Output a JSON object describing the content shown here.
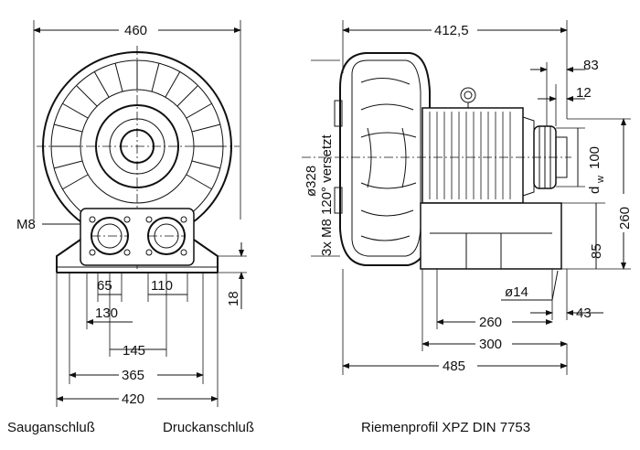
{
  "dimensions_left": {
    "width_top": "460",
    "m8": "M8",
    "d65": "65",
    "d110": "110",
    "d130": "130",
    "d145": "145",
    "d365": "365",
    "d420": "420",
    "d18": "18"
  },
  "dimensions_right": {
    "width_top": "412,5",
    "d83": "83",
    "d12": "12",
    "dia328": "ø328",
    "bolts": "3x M8 120° versetzt",
    "d100": "100",
    "dw": "d",
    "dw_sub": "w",
    "d260v": "260",
    "d85": "85",
    "dia14": "ø14",
    "d260": "260",
    "d43": "43",
    "d300": "300",
    "d485": "485"
  },
  "captions": {
    "suction": "Sauganschluß",
    "pressure": "Druckanschluß",
    "belt": "Riemenprofil XPZ DIN 7753"
  }
}
